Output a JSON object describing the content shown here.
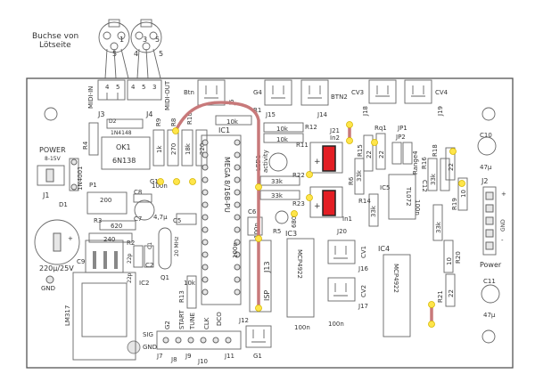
{
  "connector_note": [
    "Buchse von",
    "Lötseite"
  ],
  "connectors": {
    "midi_in": {
      "label": "MIDI-IN",
      "pins": [
        "4",
        "5"
      ],
      "ref": "J3"
    },
    "midi_out": {
      "label": "MIDI-OUT",
      "pins": [
        "4",
        "5",
        "3"
      ],
      "ref": "J4"
    },
    "socket_pins_left": [
      "1",
      "5",
      "4"
    ],
    "socket_pins_right": [
      "3",
      "5",
      "4",
      "5"
    ],
    "btn": {
      "label": "Btn",
      "ref": "J5"
    },
    "g4": {
      "label": "G4",
      "ref": "J15"
    },
    "btn2": {
      "label": "BTN2",
      "ref": "J14"
    },
    "cv3": {
      "label": "CV3",
      "ref": "J18"
    },
    "cv4": {
      "label": "CV4",
      "ref": "J19"
    },
    "power_in": {
      "label": "POWER",
      "range": "8-15V",
      "ref": "J1"
    },
    "j2": {
      "ref": "J2",
      "plus": "+",
      "gnd": "GND",
      "minus": "-",
      "title": "Power"
    },
    "j13": "J13",
    "isp": "ISP",
    "j12": "J12",
    "g1": "G1",
    "j16": "J16",
    "cv1": "CV1",
    "cv2": "CV2",
    "j17": "J17",
    "j20": "J20",
    "j21": "J21",
    "in1": "In1",
    "in2": "In2",
    "start": "START",
    "tune": "TUNE",
    "clk": "CLK",
    "dco": "DCO",
    "sig": "SIG",
    "gnd_bottom": "GND",
    "j7": "J7",
    "j8": "J8",
    "j9": "J9",
    "j10": "J10",
    "j11": "J11",
    "g2": "G2"
  },
  "components": {
    "r4": "R4",
    "d2": "D2",
    "d2_val": "1N4148",
    "r9": "R9",
    "r8": "R8",
    "r10": "R10",
    "ok1": "OK1",
    "ok1_val": "6N138",
    "r_1k": "1k",
    "r_270": "270",
    "r_18k": "18k",
    "r_220": "220",
    "ic1": "IC1",
    "ic1_val": "MEGA 8/168-PU",
    "r_10k_top": "10k",
    "r_10k_2": "10k",
    "r_10k_3": "10k",
    "r1": "R1",
    "r11": "R11",
    "r12": "R12",
    "led1": "LED1",
    "led1_txt": "activity",
    "r22": "R22",
    "r23": "R23",
    "r_33k_a": "33k",
    "r_33k_b": "33k",
    "r6": "R6",
    "r14": "R14",
    "r_33k_c": "33k",
    "r_33k_d": "33k",
    "q1_lbl": "Q1",
    "ic3": "IC3",
    "ic3_val": "MCP4922",
    "r5": "R5",
    "r5_val": "680",
    "p1": "P1",
    "p1_val": "200",
    "c8": "C8",
    "c8_val": "100n",
    "r3": "R3",
    "r3_val": "620",
    "r2": "R2",
    "r2_val": "240",
    "c7": "C7",
    "c7_val": "4,7µ",
    "c5": "C5",
    "c6": "C6",
    "c6_val": "100n",
    "c1": "C1",
    "c2": "C2",
    "c_22p": "22p",
    "c_22p_b": "22p",
    "q2": "Q1",
    "q_20mhz": "20 MHz",
    "r13": "R13",
    "r13_val": "10k",
    "ic2": "IC2",
    "ic2_val": "LM317",
    "c9": "C9",
    "c9_val": "220µ/25V",
    "d1": "D1",
    "d1_val": "1N4001",
    "gnd_left": "GND",
    "r15": "R15",
    "r_22_a": "22",
    "r_22_b": "22",
    "rq1": "Rq1",
    "jp1": "JP1",
    "jp2": "JP2",
    "range4": "Range4",
    "ic5": "IC5",
    "c12": "C12",
    "c12_val": "100n",
    "tl072": "TL072",
    "r16": "R16",
    "r18": "R18",
    "r19": "R19",
    "r20": "R20",
    "r21": "R21",
    "r_33k_e": "33k",
    "r_10": "10",
    "r_33k_f": "33k",
    "r_10b": "10",
    "r_22_c": "22",
    "r_22_d": "22",
    "c10": "C10",
    "c10_val": "47µ",
    "c11": "C11",
    "c11_val": "47µ",
    "ic4": "IC4",
    "ic4_val": "MCP4922",
    "c_100n_a": "100n",
    "c_100n_b": "100n",
    "c_100n_c": "100n"
  },
  "colors": {
    "trace": "#c8797a",
    "via": "#ffe54a",
    "highlight": "#e31e24"
  }
}
